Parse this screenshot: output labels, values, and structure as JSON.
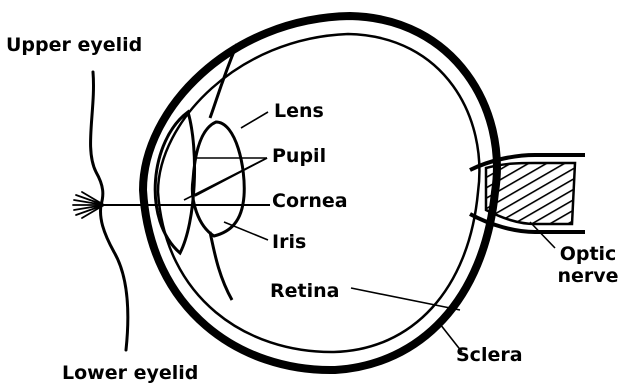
{
  "labels": {
    "upper_eyelid": "Upper eyelid",
    "lower_eyelid": "Lower eyelid",
    "lens": "Lens",
    "pupil": "Pupil",
    "cornea": "Cornea",
    "iris": "Iris",
    "retina": "Retina",
    "sclera": "Sclera",
    "optic_line1": "Optic",
    "optic_line2": "nerve"
  },
  "colors": {
    "ink": "#000000",
    "background": "#ffffff"
  }
}
